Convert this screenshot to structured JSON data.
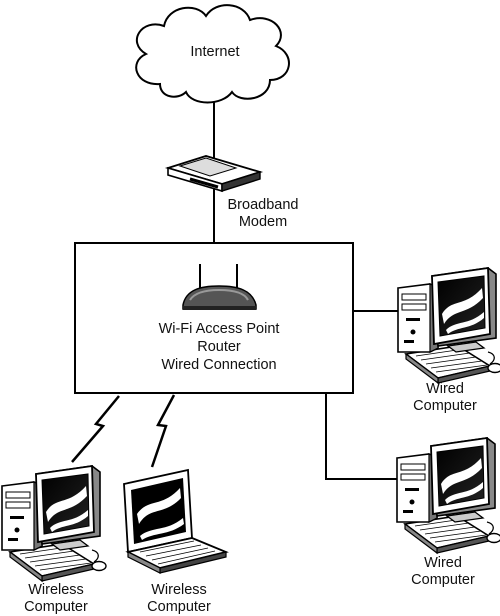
{
  "diagram": {
    "nodes": {
      "internet": {
        "label": "Internet",
        "icon": "cloud-icon"
      },
      "modem": {
        "label_line1": "Broadband",
        "label_line2": "Modem",
        "icon": "modem-icon"
      },
      "hub": {
        "line1": "Wi-Fi Access Point",
        "line2": "Router",
        "line3": "Wired Connection",
        "icon": "router-icon"
      },
      "wired_top": {
        "line1": "Wired",
        "line2": "Computer",
        "icon": "desktop-computer-icon"
      },
      "wired_bottom": {
        "line1": "Wired",
        "line2": "Computer",
        "icon": "desktop-computer-icon"
      },
      "wireless_left": {
        "line1": "Wireless",
        "line2": "Computer",
        "icon": "desktop-computer-icon"
      },
      "wireless_right": {
        "line1": "Wireless",
        "line2": "Computer",
        "icon": "laptop-icon"
      }
    },
    "edges": [
      {
        "from": "internet",
        "to": "modem",
        "type": "wired"
      },
      {
        "from": "modem",
        "to": "hub",
        "type": "wired"
      },
      {
        "from": "hub",
        "to": "wired_top",
        "type": "wired"
      },
      {
        "from": "hub",
        "to": "wired_bottom",
        "type": "wired"
      },
      {
        "from": "hub",
        "to": "wireless_left",
        "type": "wireless"
      },
      {
        "from": "hub",
        "to": "wireless_right",
        "type": "wireless"
      }
    ]
  }
}
